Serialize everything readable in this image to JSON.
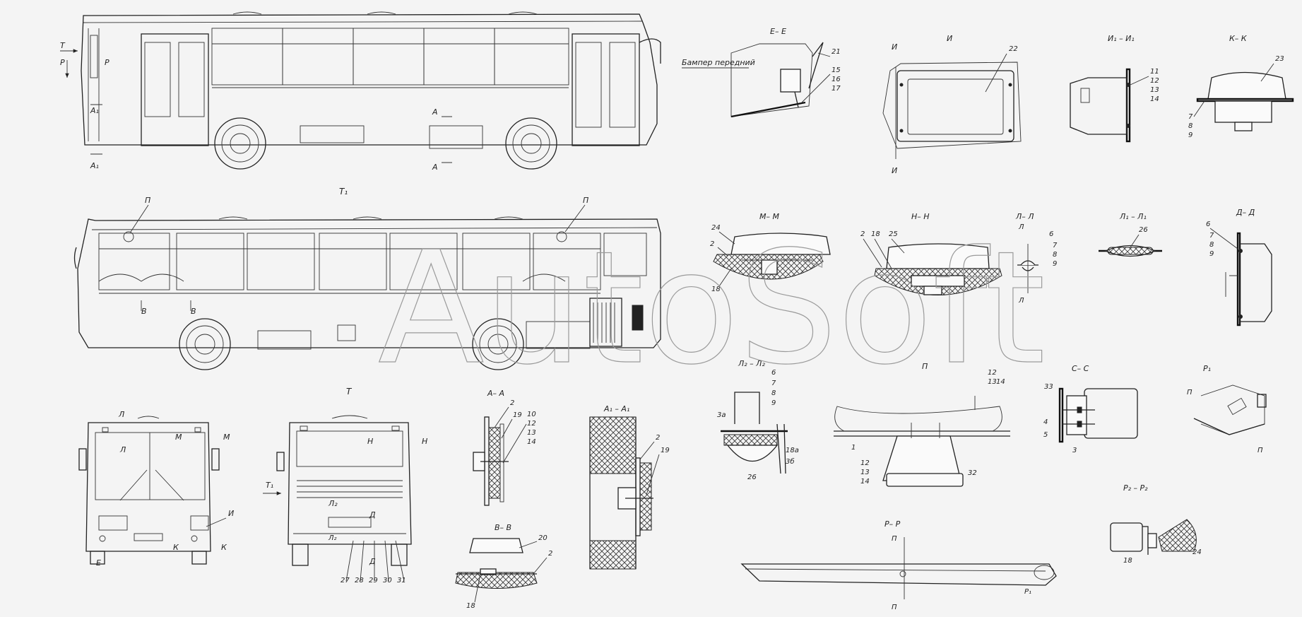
{
  "watermark": "AutoSoft",
  "labels": {
    "bumper": "Бампер передний",
    "view_T": "Т",
    "view_T1": "Т₁",
    "view_P": "Р",
    "sec_A": "А",
    "sec_A1": "А₁",
    "sec_B": "В",
    "sec_P": "П",
    "sec_L": "Л",
    "sec_M": "М",
    "sec_N": "Н",
    "sec_I": "И",
    "sec_K": "К",
    "sec_E": "Е",
    "sec_L2": "Л₂",
    "sec_D": "Д"
  },
  "titles": {
    "EE": "Е– Е",
    "I": "И",
    "I1I1": "И₁ – И₁",
    "KK": "К– К",
    "MM": "М– М",
    "NN": "Н– Н",
    "LL": "Л– Л",
    "L1L1": "Л₁ – Л₁",
    "DD": "Д– Д",
    "L2L2": "Л₂ – Л₂",
    "P": "П",
    "SS": "С– С",
    "R1": "Р₁",
    "AA": "А– А",
    "A1A1": "А₁ – А₁",
    "BB": "В– В",
    "RR": "Р– Р",
    "R2R2": "Р₂ – Р₂"
  },
  "callouts": {
    "c1": "1",
    "c2": "2",
    "c3": "3",
    "c3a": "3а",
    "c3b": "3б",
    "c4": "4",
    "c5": "5",
    "c6": "6",
    "c7": "7",
    "c8": "8",
    "c9": "9",
    "c10": "10",
    "c11": "11",
    "c12": "12",
    "c13": "13",
    "c14": "14",
    "c15": "15",
    "c16": "16",
    "c17": "17",
    "c18": "18",
    "c18a": "18а",
    "c19": "19",
    "c20": "20",
    "c21": "21",
    "c22": "22",
    "c23": "23",
    "c24": "24",
    "c25": "25",
    "c26": "26",
    "c27": "27",
    "c28": "28",
    "c29": "29",
    "c30": "30",
    "c31": "31",
    "c32": "32",
    "c33": "33"
  }
}
